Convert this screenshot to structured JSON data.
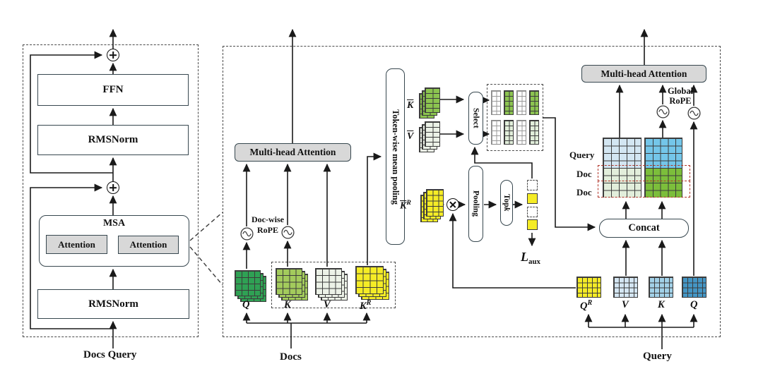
{
  "colors": {
    "box_border": "#37474f",
    "gray_fill": "#d8d8d8",
    "dash_border": "#4a4a4a",
    "red_dashed": "#b1362b",
    "q_green": "#2fa154",
    "k_green": "#a3cb5c",
    "v_pale": "#ecf2e7",
    "yellow": "#f5ec26",
    "kbar_green": "#8cc450",
    "sel_green": "#8cc450",
    "sel_pale_green": "#e1eeda",
    "qr_yellow": "#f5ec26",
    "v_pale_blue": "#d4e6f3",
    "k_light_blue": "#a2d1e8",
    "q_blue": "#4496c5",
    "grid_light_blue": "#d3e6f2",
    "grid_pale_green": "#e2eedb",
    "grid_blue": "#74c6e9",
    "grid_green": "#7cbe3b"
  },
  "icons": {
    "circle_plus": "⊕",
    "circle_times": "⊗",
    "rope_sine": "sine-wave-in-circle"
  },
  "left_panel": {
    "ffn_label": "FFN",
    "rmsnorm_top_label": "RMSNorm",
    "msa_label": "MSA",
    "attention_left_label": "Attention",
    "attention_right_label": "Attention",
    "rmsnorm_bottom_label": "RMSNorm",
    "input_label": "Docs Query"
  },
  "middle": {
    "mha_label": "Multi-head Attention",
    "docwise_rope_line1": "Doc-wise",
    "docwise_rope_line2": "RoPE",
    "token_pooling_label": "Token-wise mean pooling",
    "kbar_label": "K",
    "vbar_label": "V",
    "kbar_r_label": {
      "base": "K",
      "sup": "R"
    },
    "select_label": "Select",
    "pooling_label": "Pooling",
    "topk_label": {
      "base": "Top",
      "italic": "k"
    },
    "laux_label": {
      "base": "L",
      "sub": "aux"
    },
    "q_label": "Q",
    "k_label": "K",
    "v_label": "V",
    "kr_label": {
      "base": "K",
      "sup": "R"
    },
    "docs_label": "Docs"
  },
  "right": {
    "mha_label": "Multi-head Attention",
    "global_rope_line1": "Global",
    "global_rope_line2": "RoPE",
    "query_row_label": "Query",
    "doc_row_label_1": "Doc",
    "doc_row_label_2": "Doc",
    "concat_label": "Concat",
    "qr_label": {
      "base": "Q",
      "sup": "R"
    },
    "v_label": "V",
    "k_label": "K",
    "q_label": "Q",
    "query_label": "Query"
  }
}
